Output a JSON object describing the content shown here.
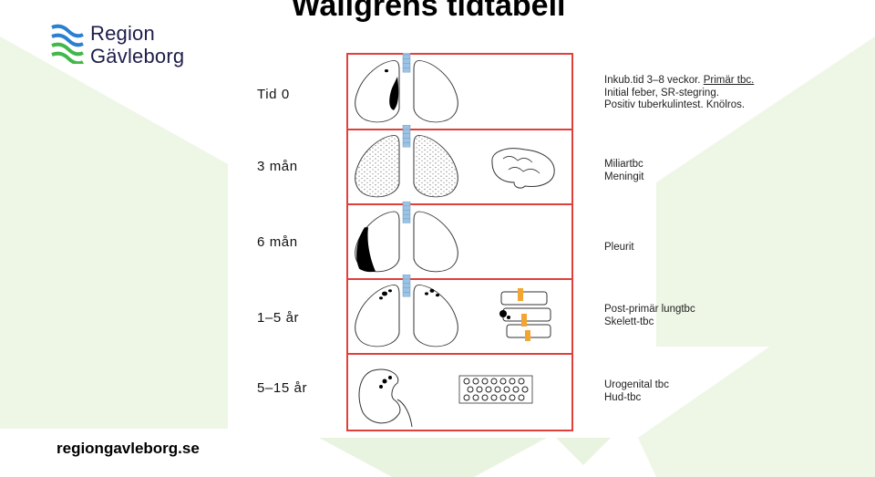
{
  "slide": {
    "title": "Wallgrens tidtabell",
    "footer_url": "regiongavleborg.se"
  },
  "logo": {
    "line1": "Region",
    "line2": "Gävleborg",
    "colors": {
      "blue": "#2b7fd1",
      "green": "#42b84a",
      "text": "#1d1d4b"
    }
  },
  "timeline": [
    {
      "time": "Tid 0",
      "lines": [
        "Inkub.tid 3–8 veckor. ",
        "Initial feber, SR-stegring.",
        "Positiv tuberkulintest. Knölros."
      ],
      "underlined": "Primär tbc."
    },
    {
      "time": "3 mån",
      "lines": [
        "Miliartbc",
        "Meningit"
      ]
    },
    {
      "time": "6 mån",
      "lines": [
        "Pleurit"
      ]
    },
    {
      "time": "1–5 år",
      "lines": [
        "Post-primär lungtbc",
        "Skelett-tbc"
      ]
    },
    {
      "time": "5–15 år",
      "lines": [
        "Urogenital tbc",
        "Hud-tbc"
      ]
    }
  ],
  "colors": {
    "frame": "#e0403a",
    "background_shape": "#eaf4df",
    "trachea": "#9cc3e3",
    "spine_accent": "#f2a531"
  }
}
